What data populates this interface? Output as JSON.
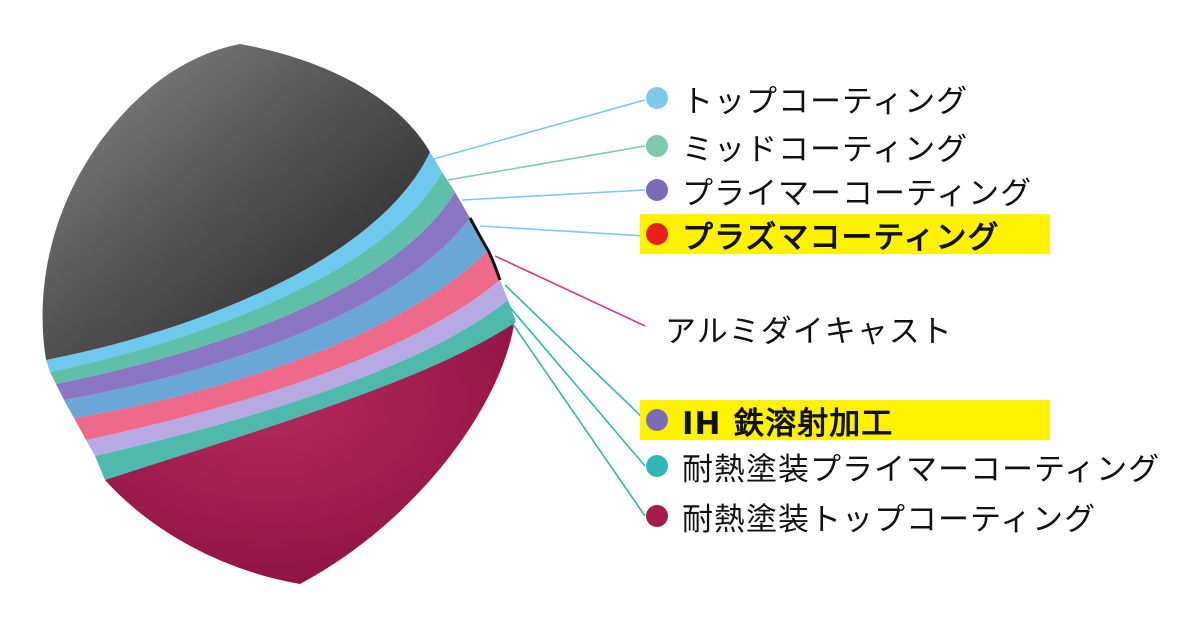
{
  "layers": [
    {
      "label": "トップコーティング",
      "color": "#7ec8ec",
      "highlight": false,
      "has_dot": true
    },
    {
      "label": "ミッドコーティング",
      "color": "#7fcaa8",
      "highlight": false,
      "has_dot": true
    },
    {
      "label": "プライマーコーティング",
      "color": "#7b6bb9",
      "highlight": false,
      "has_dot": true
    },
    {
      "label": "プラズマコーティング",
      "color": "#e8211f",
      "highlight": true,
      "has_dot": true
    },
    {
      "label": "アルミダイキャスト",
      "color": "#d63a8a",
      "highlight": false,
      "has_dot": false
    },
    {
      "label": "IH 鉄溶射加工",
      "color": "#7b6bb9",
      "highlight": true,
      "has_dot": true
    },
    {
      "label": "耐熱塗装プライマーコーティング",
      "color": "#2fb8b3",
      "highlight": false,
      "has_dot": true
    },
    {
      "label": "耐熱塗装トップコーティング",
      "color": "#a51c4a",
      "highlight": false,
      "has_dot": true
    }
  ],
  "colors": {
    "inner_surface": "#4f4f4f",
    "outer_body": "#a01a4c",
    "top_band": "#6fc8ee",
    "mid_band": "#5fbfa9",
    "primer_band": "#8a76c2",
    "plasma_band": "#6aa6d6",
    "aluminum_band": "#ee6a8a",
    "ih_band": "#b7a9e3",
    "heat_primer_band": "#4fb9ae",
    "highlight": "#fff200"
  }
}
